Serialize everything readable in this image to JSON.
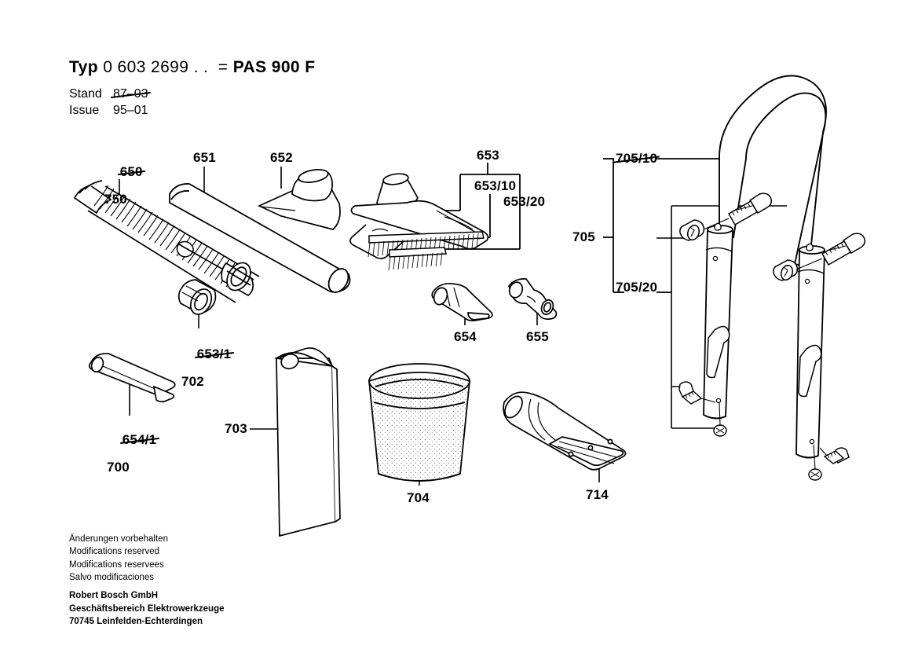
{
  "header": {
    "typ_label": "Typ",
    "typ_number_bold_a": "0 603 269",
    "typ_number_light": "9 . .",
    "equals": "=",
    "model": "PAS 900 F",
    "stand_label": "Stand",
    "stand_value": "87–03",
    "issue_label": "Issue",
    "issue_value": "95–01"
  },
  "callouts": {
    "c650_old": "650",
    "c750": "750",
    "c651": "651",
    "c652": "652",
    "c653": "653",
    "c653_10": "653/10",
    "c653_20": "653/20",
    "c653_1_old": "653/1",
    "c702": "702",
    "c654": "654",
    "c655": "655",
    "c654_1_old": "654/1",
    "c700": "700",
    "c703": "703",
    "c704": "704",
    "c714": "714",
    "c705": "705",
    "c705_10_old": "705/10",
    "c705_20": "705/20"
  },
  "footer": {
    "line1": "Änderungen vorbehalten",
    "line2": "Modifications reserved",
    "line3": "Modifications reservees",
    "line4": "Salvo modificaciones",
    "company": "Robert Bosch GmbH",
    "division": "Geschäftsbereich Elektrowerkzeuge",
    "address": "70745 Leinfelden-Echterdingen"
  },
  "colors": {
    "ink": "#000000",
    "paper": "#ffffff"
  }
}
